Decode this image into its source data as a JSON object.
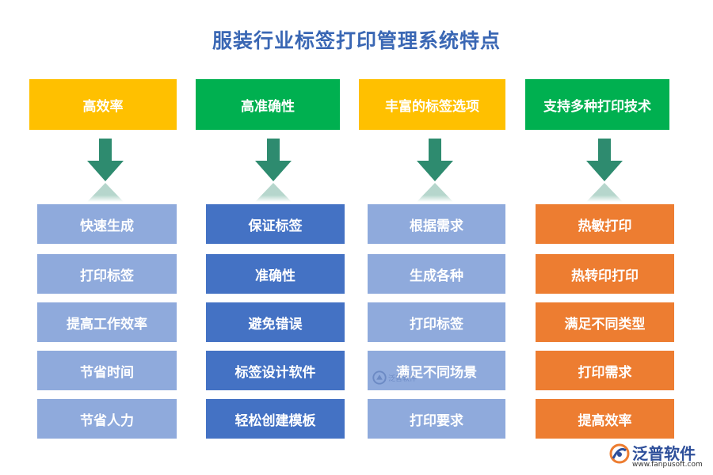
{
  "title": "服装行业标签打印管理系统特点",
  "columns": [
    {
      "header": "高效率",
      "header_color": "#ffc000",
      "item_color": "#8faadc",
      "items": [
        "快速生成",
        "打印标签",
        "提高工作效率",
        "节省时间",
        "节省人力"
      ]
    },
    {
      "header": "高准确性",
      "header_color": "#00b050",
      "item_color": "#4472c4",
      "items": [
        "保证标签",
        "准确性",
        "避免错误",
        "标签设计软件",
        "轻松创建模板"
      ]
    },
    {
      "header": "丰富的标签选项",
      "header_color": "#ffc000",
      "item_color": "#8faadc",
      "items": [
        "根据需求",
        "生成各种",
        "打印标签",
        "满足不同场景",
        "打印要求"
      ]
    },
    {
      "header": "支持多种打印技术",
      "header_color": "#00b050",
      "item_color": "#ed7d31",
      "items": [
        "热敏打印",
        "热转印打印",
        "满足不同类型",
        "打印需求",
        "提高效率"
      ]
    }
  ],
  "arrow_color": "#2e8b6f",
  "logo": {
    "name": "泛普软件",
    "url": "www.fanpusoft.com"
  },
  "watermark": "泛普软件"
}
